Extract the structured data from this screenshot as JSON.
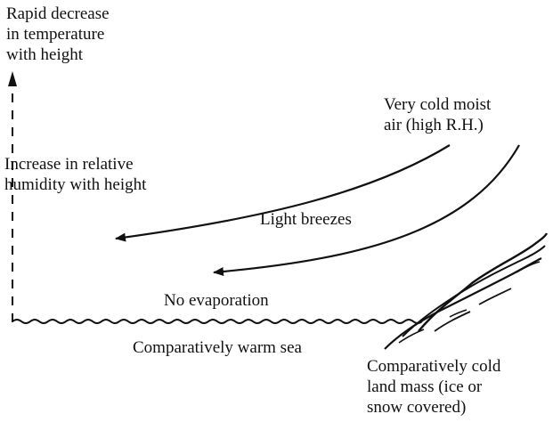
{
  "labels": {
    "rapid_decrease": "Rapid decrease\nin temperature\nwith height",
    "increase_humidity": "Increase in relative\nhumidity with height",
    "very_cold_air": "Very cold moist\nair (high R.H.)",
    "light_breezes": "Light breezes",
    "no_evaporation": "No evaporation",
    "warm_sea": "Comparatively warm sea",
    "cold_land": "Comparatively cold\nland mass (ice or\nsnow covered)"
  },
  "colors": {
    "ink": "#111111",
    "background": "#ffffff"
  }
}
